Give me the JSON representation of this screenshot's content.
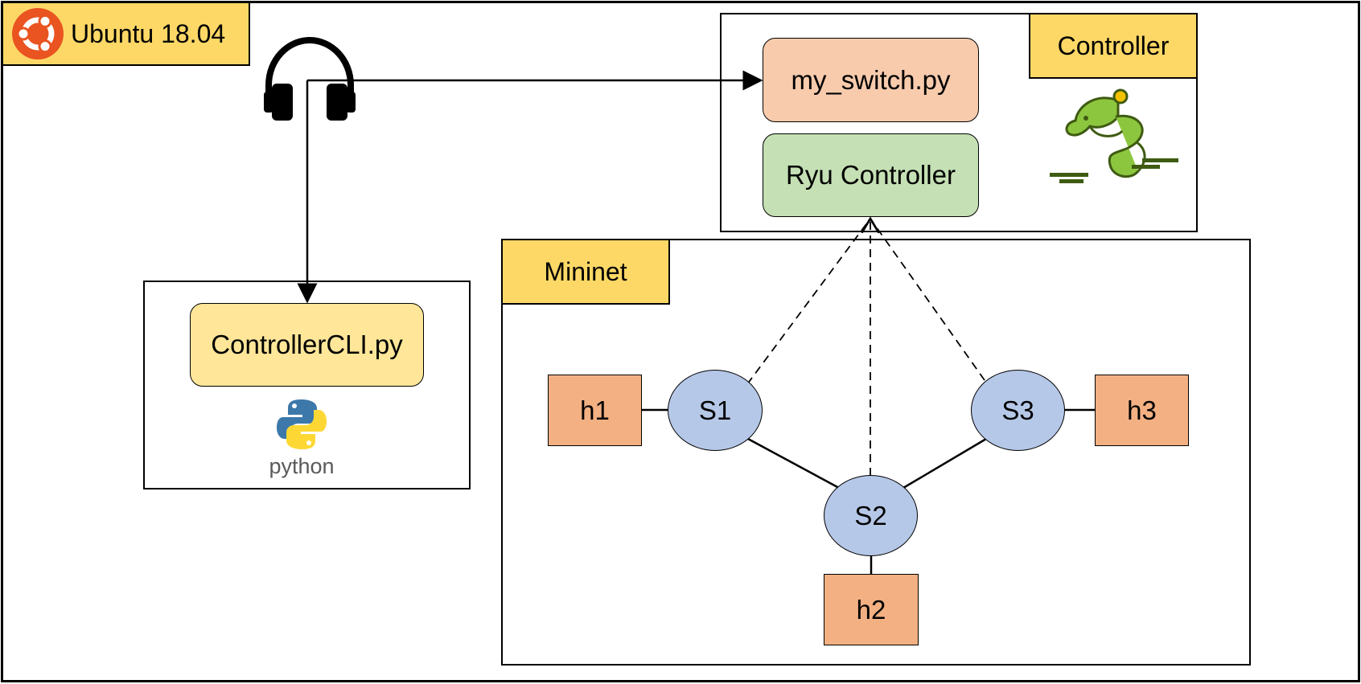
{
  "os": {
    "label": "Ubuntu 18.04",
    "icon": "ubuntu-logo-icon",
    "logo_color": "#e95420"
  },
  "controller": {
    "label": "Controller",
    "app_label": "my_switch.py",
    "ryu_label": "Ryu Controller",
    "icon": "ryu-dragon-icon"
  },
  "cli": {
    "label": "ControllerCLI.py",
    "logo_text": "python",
    "icon": "python-logo-icon"
  },
  "listener_icon": "headphones-icon",
  "mininet": {
    "label": "Mininet",
    "switches": [
      "S1",
      "S2",
      "S3"
    ],
    "hosts": [
      "h1",
      "h2",
      "h3"
    ]
  },
  "colors": {
    "tag": "#fdd866",
    "app": "#f8cbad",
    "ryu": "#c5e0b4",
    "cli": "#ffe699",
    "host": "#f3b083",
    "switch": "#b6c8e8"
  }
}
